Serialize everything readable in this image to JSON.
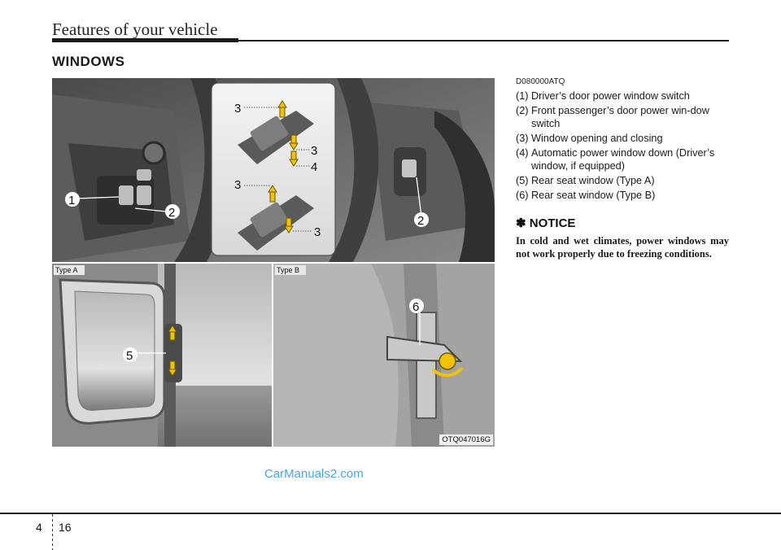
{
  "header": {
    "title": "Features of your vehicle"
  },
  "section": {
    "title": "WINDOWS"
  },
  "figure": {
    "callouts": {
      "one": "1",
      "two": "2",
      "three": "3",
      "four": "4",
      "five": "5",
      "six": "6"
    },
    "type_a_label": "Type A",
    "type_b_label": "Type B",
    "image_code": "OTQ047016G"
  },
  "content": {
    "doc_code": "D080000ATQ",
    "items": [
      {
        "num": "(1)",
        "text": "Driver’s door power window switch"
      },
      {
        "num": "(2)",
        "text": "Front passenger’s door power win-dow switch"
      },
      {
        "num": "(3)",
        "text": "Window opening and closing"
      },
      {
        "num": "(4)",
        "text": "Automatic power window down (Driver’s window, if equipped)"
      },
      {
        "num": "(5)",
        "text": "Rear seat window (Type A)"
      },
      {
        "num": "(6)",
        "text": "Rear seat window (Type B)"
      }
    ],
    "notice_title": "✽ NOTICE",
    "notice_body": "In cold and wet climates, power windows may not work properly due to freezing conditions."
  },
  "watermark": "CarManuals2.com",
  "footer": {
    "chapter": "4",
    "page": "16"
  },
  "colors": {
    "arrow_yellow": "#f2c200",
    "watermark_blue": "#4aa6d6"
  }
}
